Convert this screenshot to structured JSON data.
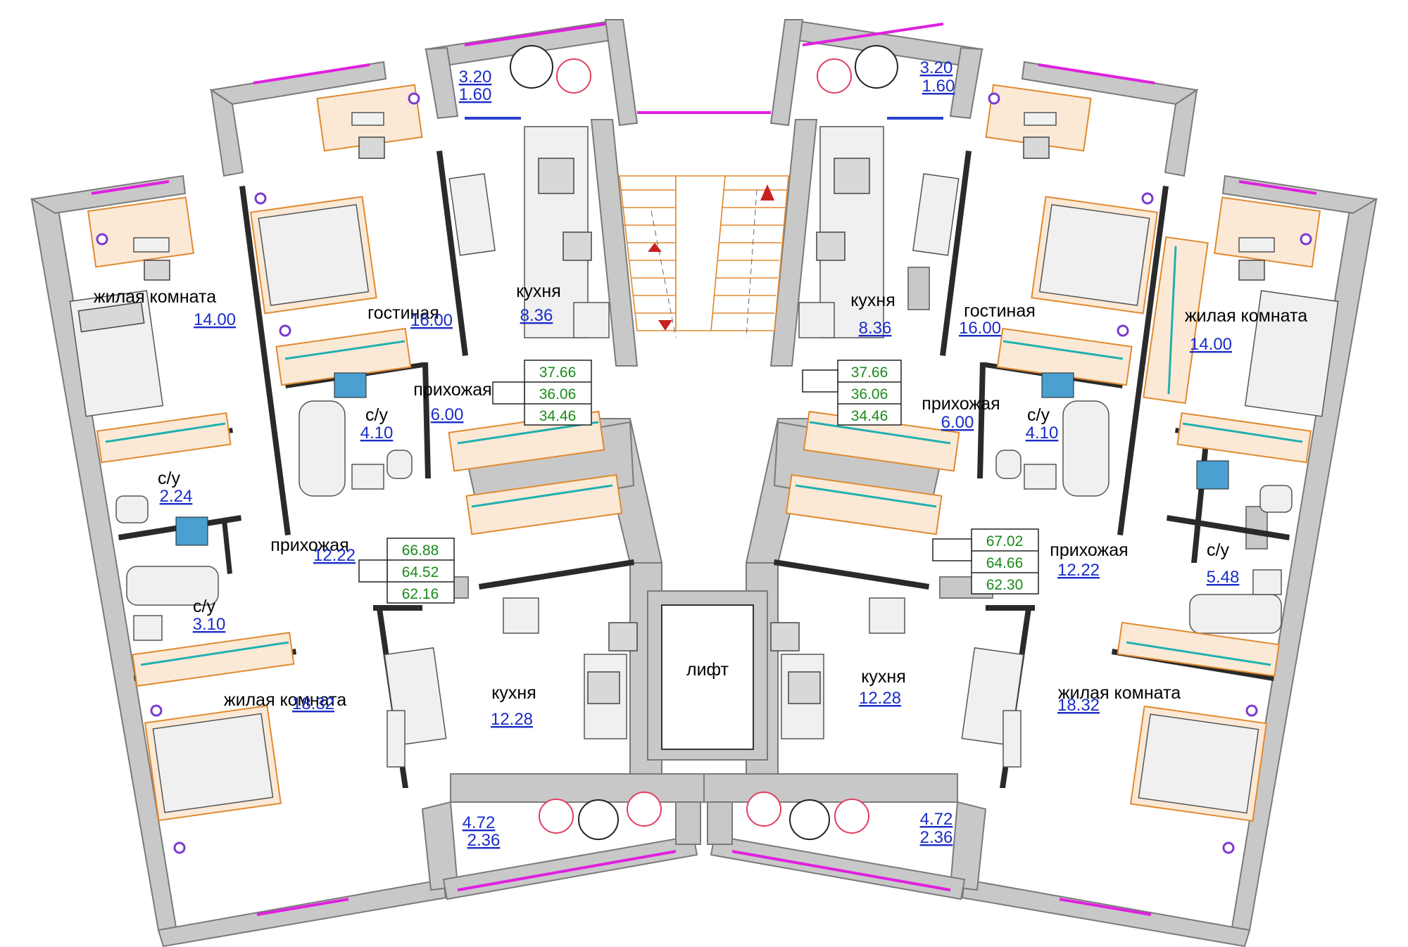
{
  "labels": {
    "left_room_1_name": "жилая комната",
    "left_room_1_area": "14.00",
    "left_living_name": "гостиная",
    "left_living_area": "16.00",
    "left_kitchen_small_name": "кухня",
    "left_kitchen_small_area": "8.36",
    "left_balcony_top_area": "3.20",
    "left_balcony_top_area2": "1.60",
    "left_hall_small_name": "прихожая",
    "left_hall_small_area": "6.00",
    "left_bath_small_name": "с/у",
    "left_bath_small_area": "4.10",
    "left_wc_name": "с/у",
    "left_wc_area": "2.24",
    "left_hall_big_name": "прихожая",
    "left_hall_big_area": "12.22",
    "left_bath_name": "с/у",
    "left_bath_area": "3.10",
    "left_room_2_name": "жилая комната",
    "left_room_2_area": "18.32",
    "left_kitchen_big_name": "кухня",
    "left_kitchen_big_area": "12.28",
    "left_balcony_bottom_area": "4.72",
    "left_balcony_bottom_area2": "2.36",
    "right_kitchen_small_name": "кухня",
    "right_kitchen_small_area": "8.36",
    "right_living_name": "гостиная",
    "right_living_area": "16.00",
    "right_room_1_name": "жилая комната",
    "right_room_1_area": "14.00",
    "right_balcony_top_area": "3.20",
    "right_balcony_top_area2": "1.60",
    "right_hall_small_name": "прихожая",
    "right_hall_small_area": "6.00",
    "right_bath_small_name": "с/у",
    "right_bath_small_area": "4.10",
    "right_hall_big_name": "прихожая",
    "right_hall_big_area": "12.22",
    "right_bath_name": "с/у",
    "right_bath_area": "5.48",
    "right_kitchen_big_name": "кухня",
    "right_kitchen_big_area": "12.28",
    "right_room_2_name": "жилая комната",
    "right_room_2_area": "18.32",
    "right_balcony_bottom_area": "4.72",
    "right_balcony_bottom_area2": "2.36",
    "lift": "лифт"
  },
  "totals": {
    "left_small": [
      "37.66",
      "36.06",
      "34.46"
    ],
    "right_small": [
      "37.66",
      "36.06",
      "34.46"
    ],
    "left_big": [
      "66.88",
      "64.52",
      "62.16"
    ],
    "right_big": [
      "67.02",
      "64.66",
      "62.30"
    ]
  },
  "colors": {
    "wall": "#c8c8c8",
    "window": "#e020e0",
    "area_text": "#1a2cc8",
    "total_text": "#1a8a1a",
    "furniture_outline": "#e08a30",
    "shelf_accent": "#20b0b0",
    "stair_arrow": "#c82020"
  }
}
